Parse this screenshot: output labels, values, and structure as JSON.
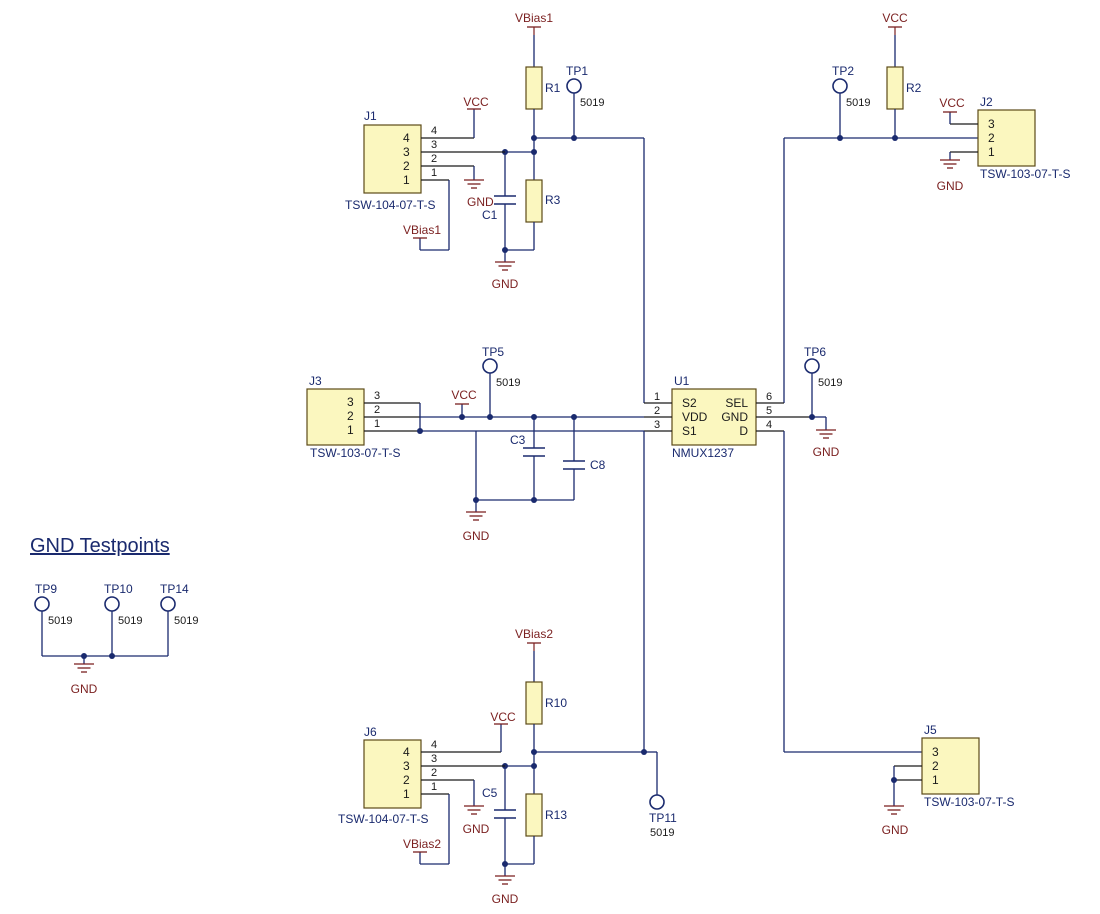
{
  "title": "GND Testpoints",
  "nets": {
    "vbias1": "VBias1",
    "vbias2": "VBias2",
    "vcc": "VCC",
    "gnd": "GND"
  },
  "connectors": {
    "j1": {
      "ref": "J1",
      "part": "TSW-104-07-T-S",
      "pins": [
        "4",
        "3",
        "2",
        "1"
      ]
    },
    "j2": {
      "ref": "J2",
      "part": "TSW-103-07-T-S",
      "pins": [
        "3",
        "2",
        "1"
      ]
    },
    "j3": {
      "ref": "J3",
      "part": "TSW-103-07-T-S",
      "pins": [
        "3",
        "2",
        "1"
      ]
    },
    "j5": {
      "ref": "J5",
      "part": "TSW-103-07-T-S",
      "pins": [
        "3",
        "2",
        "1"
      ]
    },
    "j6": {
      "ref": "J6",
      "part": "TSW-104-07-T-S",
      "pins": [
        "4",
        "3",
        "2",
        "1"
      ]
    }
  },
  "resistors": {
    "r1": "R1",
    "r2": "R2",
    "r3": "R3",
    "r10": "R10",
    "r13": "R13"
  },
  "capacitors": {
    "c1": "C1",
    "c3": "C3",
    "c5": "C5",
    "c8": "C8"
  },
  "testpoints": {
    "tp1": {
      "ref": "TP1",
      "value": "5019"
    },
    "tp2": {
      "ref": "TP2",
      "value": "5019"
    },
    "tp5": {
      "ref": "TP5",
      "value": "5019"
    },
    "tp6": {
      "ref": "TP6",
      "value": "5019"
    },
    "tp9": {
      "ref": "TP9",
      "value": "5019"
    },
    "tp10": {
      "ref": "TP10",
      "value": "5019"
    },
    "tp11": {
      "ref": "TP11",
      "value": "5019"
    },
    "tp14": {
      "ref": "TP14",
      "value": "5019"
    }
  },
  "u1": {
    "ref": "U1",
    "part": "NMUX1237",
    "left_pins": [
      {
        "num": "1",
        "name": "S2"
      },
      {
        "num": "2",
        "name": "VDD"
      },
      {
        "num": "3",
        "name": "S1"
      }
    ],
    "right_pins": [
      {
        "num": "6",
        "name": "SEL"
      },
      {
        "num": "5",
        "name": "GND"
      },
      {
        "num": "4",
        "name": "D"
      }
    ]
  },
  "pin_numbers": {
    "p4": "4",
    "p3": "3",
    "p2": "2",
    "p1": "1"
  }
}
